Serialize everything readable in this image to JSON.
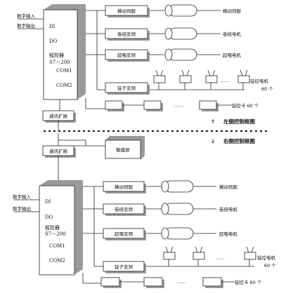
{
  "colors": {
    "line": "#222222",
    "shadow": "#9a9a9a",
    "background": "#ffffff"
  },
  "top": {
    "digital_in": "数字输入",
    "digital_out": "数字输出",
    "plc": {
      "di": "DI",
      "do": "DO",
      "name": "程控器",
      "model": "S7－200",
      "com1": "COM1",
      "com2": "COM2"
    },
    "drivers": [
      "横动伺服",
      "卷绕变频",
      "超喂变频",
      "锭子变频"
    ],
    "motors": [
      "横动伺服",
      "卷绕电机",
      "超喂电机"
    ],
    "spindle_label": "锭控电机",
    "spindle_count": "60 个",
    "dots": "……",
    "card_dots": "……",
    "card_label": "锭控卡 60 个",
    "comm": "通讯扩展"
  },
  "divider": {
    "left_caption": "左侧控制框图",
    "right_caption": "右侧控制框图",
    "up_arrow": "↑",
    "down_arrow": "↓"
  },
  "touchscreen": "触摸屏",
  "bottom": {
    "comm": "通讯扩展",
    "digital_in": "数字输入",
    "digital_out": "数字输出",
    "plc": {
      "di": "DI",
      "do": "DO",
      "name": "程控器",
      "model": "S7－200",
      "com1": "COM1",
      "com2": "COM2"
    },
    "drivers": [
      "横动伺服",
      "卷绕变频",
      "超喂变频",
      "锭子变频"
    ],
    "motors": [
      "横动伺服",
      "卷绕电机",
      "超喂电机"
    ],
    "spindle_label": "锭控电机",
    "spindle_count": "60 个",
    "dots": "……",
    "card_dots": "……",
    "card_label": "锭控卡 60 个"
  }
}
